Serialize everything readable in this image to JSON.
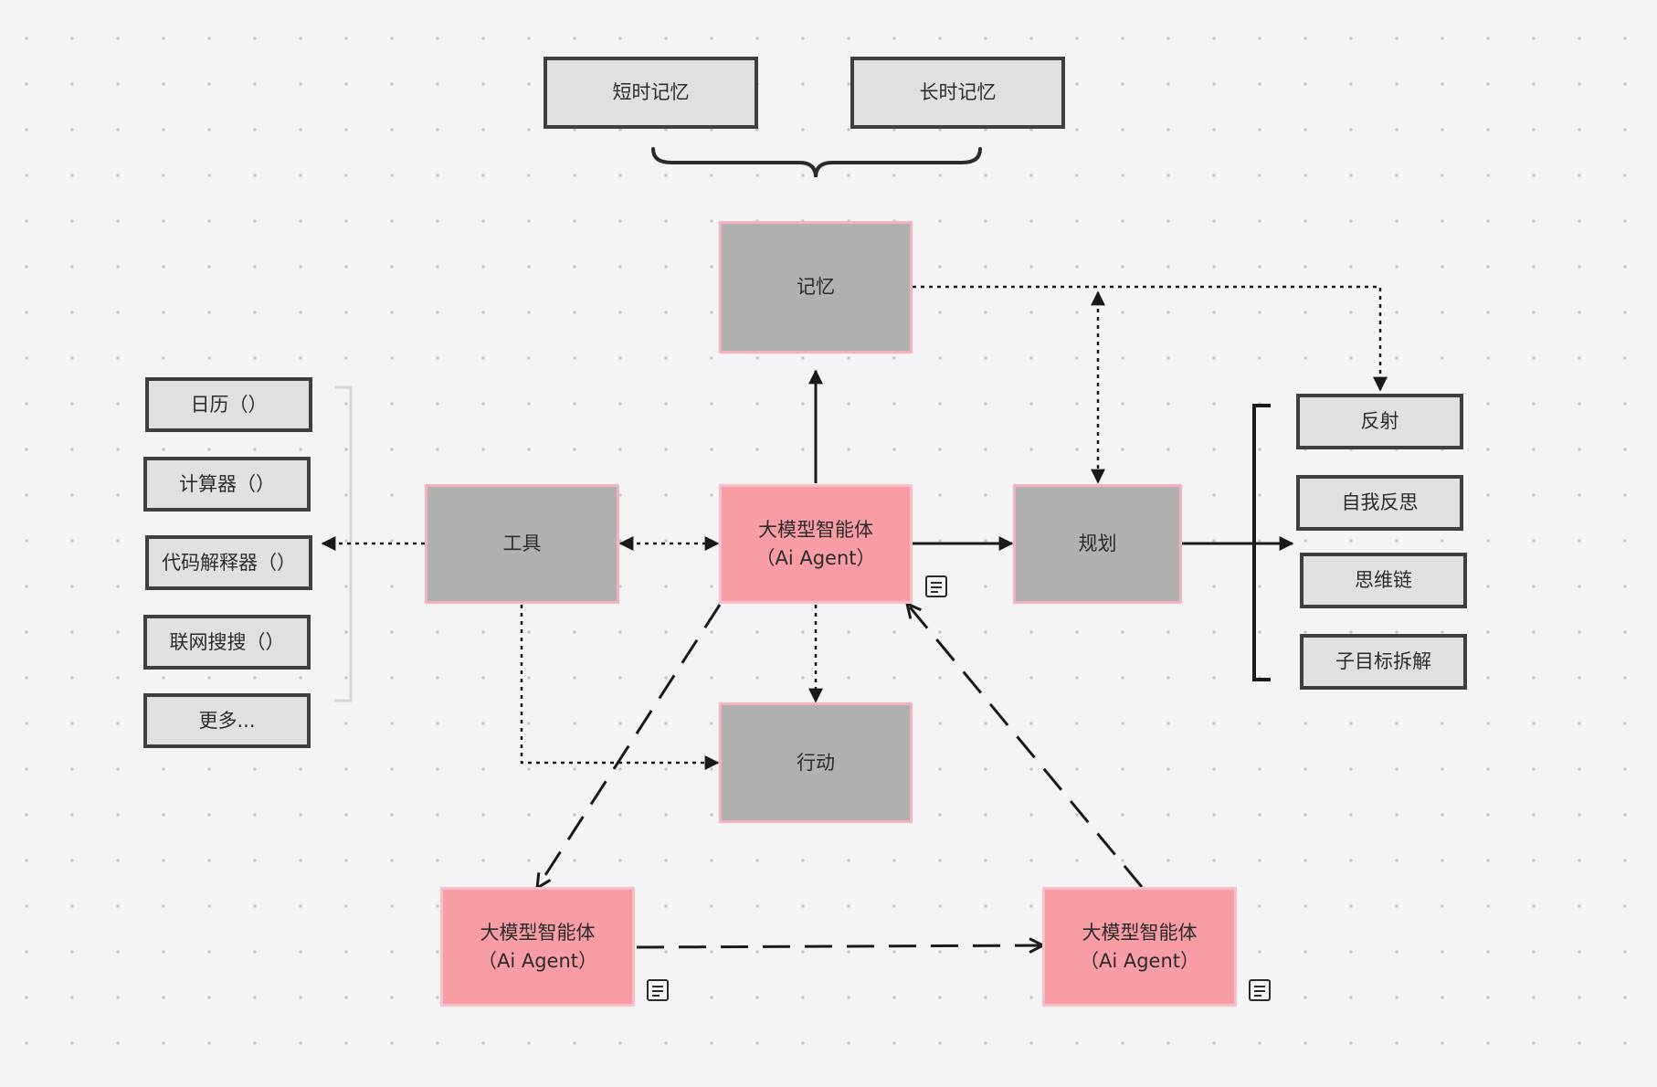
{
  "memory_types": {
    "short_term": "短时记忆",
    "long_term": "长时记忆"
  },
  "nodes": {
    "memory": "记忆",
    "tools": "工具",
    "agent_name": "大模型智能体",
    "agent_sub": "（Ai Agent）",
    "planning": "规划",
    "action": "行动"
  },
  "tool_list": [
    "日历（）",
    "计算器（）",
    "代码解释器（）",
    "联网搜搜（）",
    "更多..."
  ],
  "planning_list": [
    "反射",
    "自我反思",
    "思维链",
    "子目标拆解"
  ],
  "colors": {
    "agent_fill": "#f89ca6",
    "module_fill": "#b0b0b0",
    "outline_box_fill": "#e0e0e2",
    "edge": "#1a1a1a"
  },
  "icons": {
    "note": "note-icon"
  }
}
